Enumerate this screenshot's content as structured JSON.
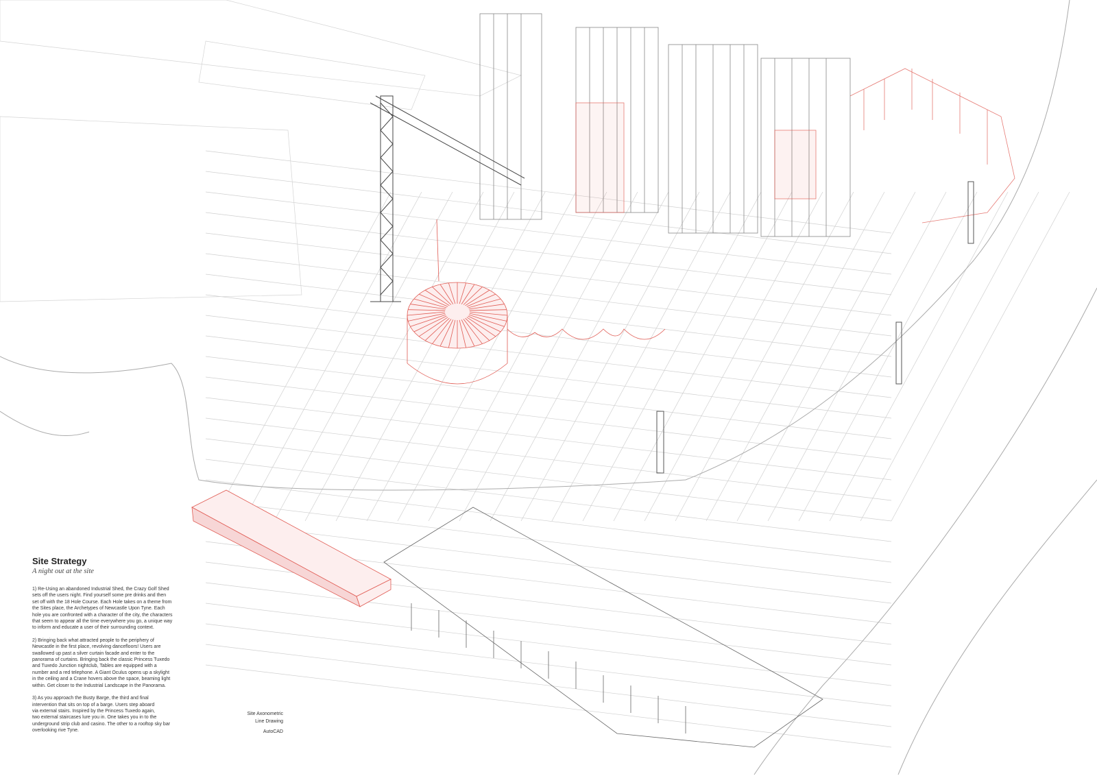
{
  "heading": {
    "title": "Site Strategy",
    "subtitle": "A night out at the site"
  },
  "paragraphs": [
    {
      "lines": [
        "1) Re-Using an abandoned Industrial Shed, the Crazy Golf Shed",
        "sets off the users night. Find yourself some pre drinks and then",
        "set off with the 18 Hole Course. Each Hole takes on a theme from",
        "the Sites place, the Archetypes of Newcastle Upon Tyne. Each",
        "hole you are confronted with a character of the city, the characters",
        "that seem to appear all the time everywhere you go, a unique way",
        "to inform and educate a user of their surrounding context."
      ]
    },
    {
      "lines": [
        "2) Bringing back what attracted people to the periphery of",
        "Newcastle in the first place, revolving dancefloors! Users are",
        "swallowed up past a silver curtain facade and enter to the",
        "panorama of curtains. Bringing back the classic Princess Tuxedo",
        "and Tuxedo Junction nightclub, Tables are equipped with a",
        "number and a red telephone. A Giant Oculus opens up a skylight",
        "in the ceiling and a Crane hovers above the space, beaming light",
        "within. Get closer to the Industrial Landscape in the Panorama."
      ]
    },
    {
      "lines": [
        "3) As you approach the Busty Barge, the third and final",
        "intervention that sits on top of a barge. Users step aboard",
        "via external stairs. Inspired by the Princess Tuxedo again,",
        "two external staircases lure you in. One takes you in to the",
        "underground strip club and casino. The other to a rooftop sky bar",
        "overlooking rive Tyne."
      ]
    }
  ],
  "drawing_info": {
    "type": "Site Axonometric",
    "style": "Line Drawing",
    "software": "AutoCAD"
  },
  "colors": {
    "line": "#9a9a9a",
    "accent": "#e05a52"
  }
}
